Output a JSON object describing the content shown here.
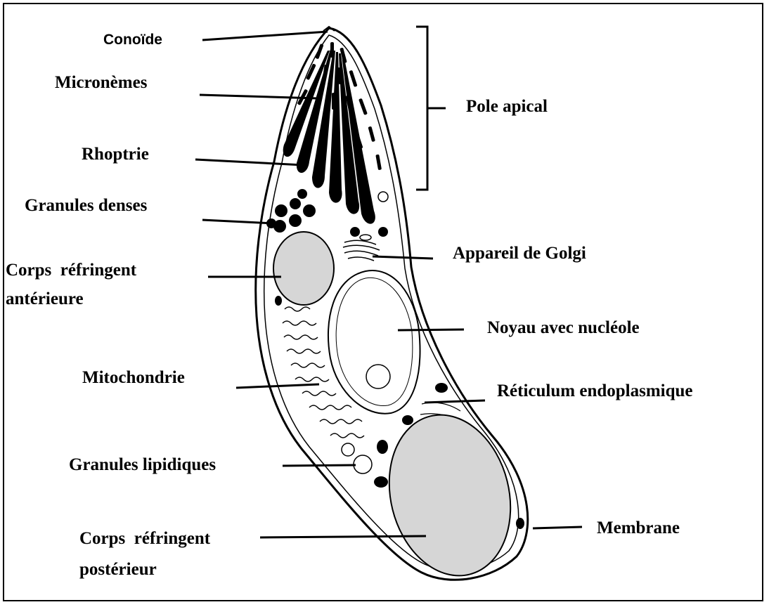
{
  "labels": {
    "conoide": "Conoïde",
    "micronemes": "Micronèmes",
    "rhoptrie": "Rhoptrie",
    "granules_denses": "Granules denses",
    "corps_anterieur_1": "Corps  réfringent",
    "corps_anterieur_2": "antérieure",
    "mitochondrie": "Mitochondrie",
    "granules_lipidiques": "Granules lipidiques",
    "corps_posterieur_1": "Corps  réfringent",
    "corps_posterieur_2": "postérieur",
    "pole_apical": "Pole apical",
    "appareil_golgi": "Appareil de Golgi",
    "noyau": "Noyau avec nucléole",
    "reticulum": "Réticulum endoplasmique",
    "membrane": "Membrane"
  },
  "colors": {
    "stroke": "#000000",
    "refractile_body": "#d6d6d6",
    "background": "#ffffff"
  }
}
